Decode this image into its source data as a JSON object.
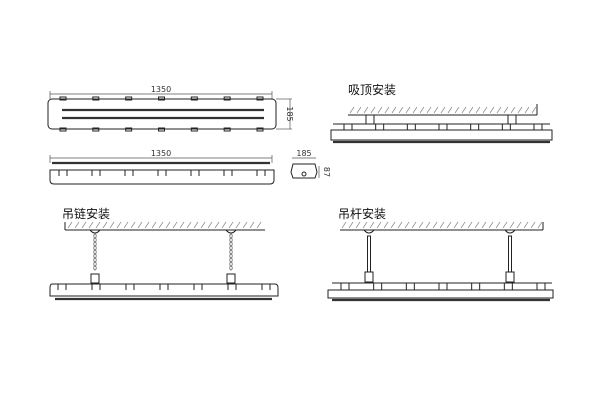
{
  "drawing": {
    "title": "Lamp fixture installation drawing",
    "top_view": {
      "length_label": "1350",
      "width_label": "185"
    },
    "side_view": {
      "length_label": "1350"
    },
    "end_view": {
      "width_label": "185",
      "height_label": "87"
    },
    "ceiling_mount": {
      "label": "吸顶安装"
    },
    "chain_mount": {
      "label": "吊链安装"
    },
    "rod_mount": {
      "label": "吊杆安装"
    },
    "clip_count": 7,
    "bracket_count": 2
  },
  "colors": {
    "line": "#222222",
    "hatch": "#888888",
    "background": "#ffffff"
  }
}
